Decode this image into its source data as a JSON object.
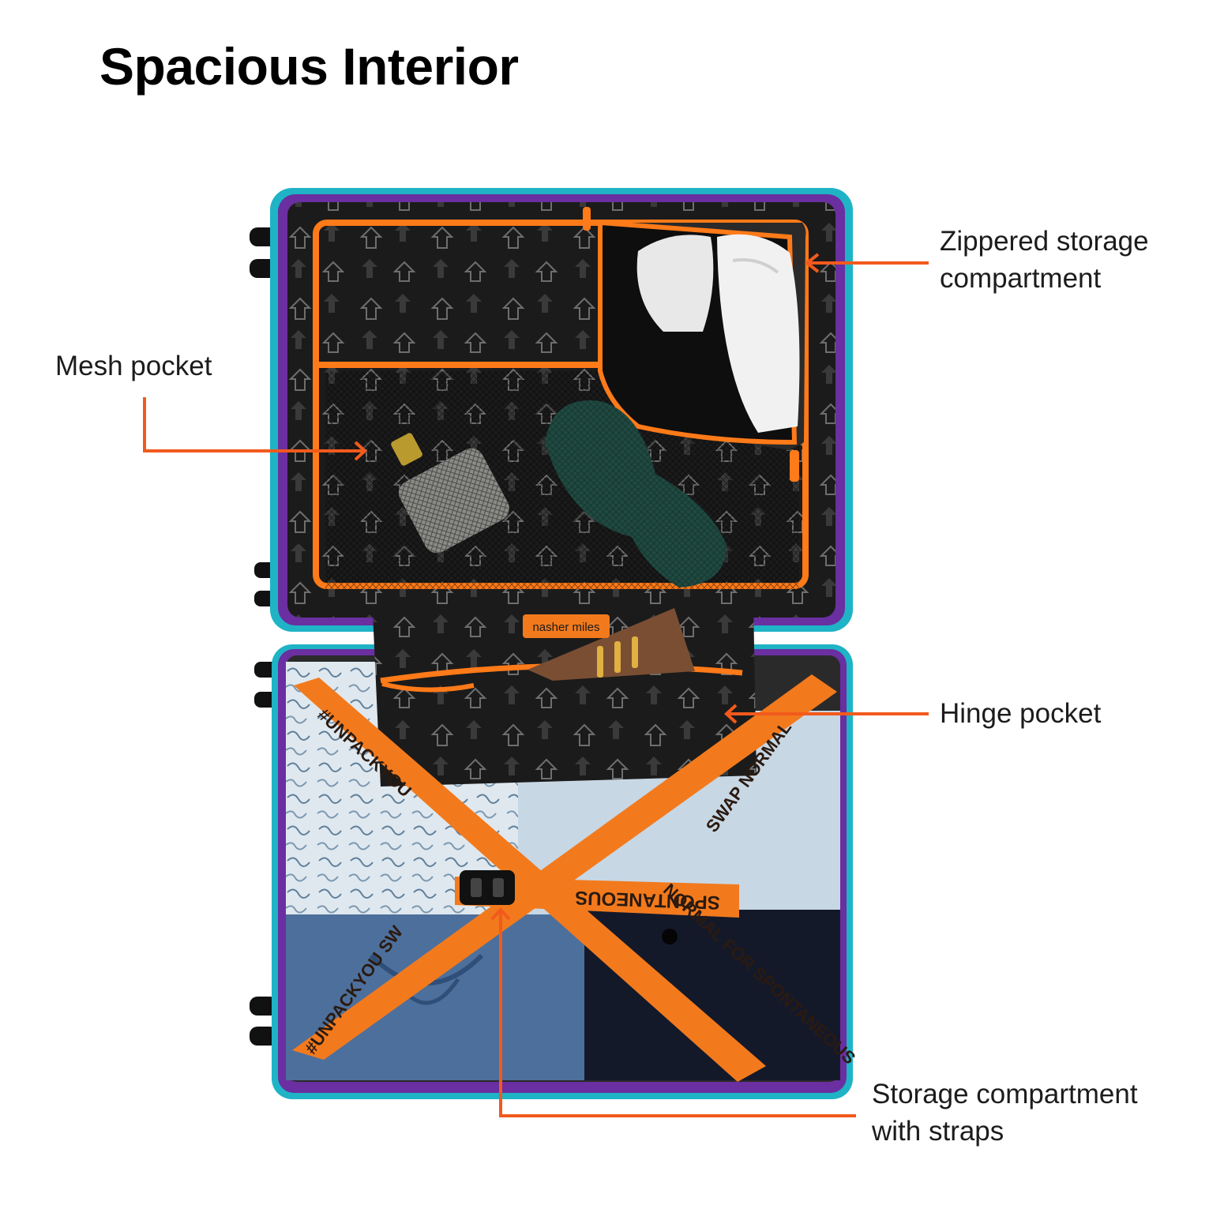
{
  "page": {
    "title": "Spacious Interior"
  },
  "callouts": {
    "zippered": {
      "line1": "Zippered storage",
      "line2": "compartment"
    },
    "mesh": {
      "text": "Mesh pocket"
    },
    "hinge": {
      "text": "Hinge pocket"
    },
    "straps": {
      "line1": "Storage compartment",
      "line2": "with straps"
    }
  },
  "brand_tag": "nasher miles",
  "strap_texts": {
    "horizontal": "SPONTANEOUS",
    "left_top": "#UNPACKYOU",
    "left_bottom": "#UNPACKYOU SW",
    "right_top": "SWAP NORMAL",
    "right_bottom": "NORMAL FOR SPONTANEOUS"
  },
  "colors": {
    "accent": "#f25a1d",
    "shell_teal": "#1fb3c6",
    "trim_purple": "#6a2fa0",
    "lining": "#1b1b1b",
    "zipper": "#ff7a18"
  }
}
